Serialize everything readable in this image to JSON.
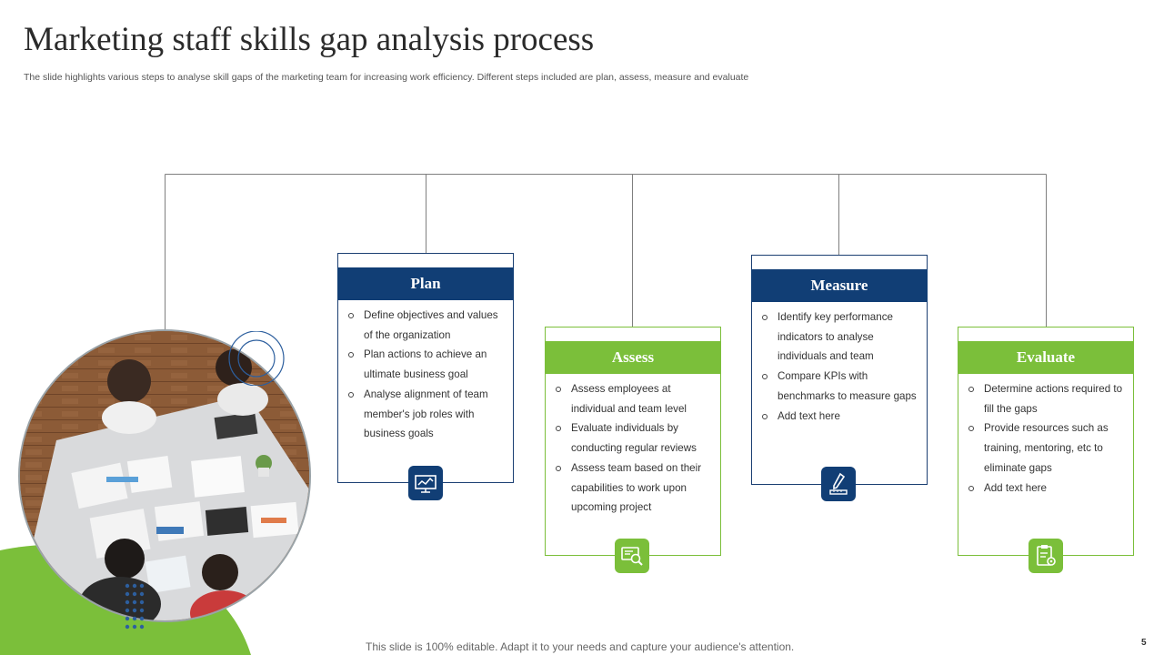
{
  "slide": {
    "title": "Marketing staff skills gap analysis process",
    "subtitle": "The slide highlights various steps to analyse skill gaps of the marketing team for increasing work efficiency. Different steps included are plan, assess, measure and evaluate",
    "footer": "This slide is 100% editable. Adapt it to your needs and capture your audience's attention.",
    "page_number": "5"
  },
  "colors": {
    "navy": "#113e75",
    "green": "#7bbf3a",
    "connector": "#7f7f7f"
  },
  "steps": [
    {
      "id": "plan",
      "title": "Plan",
      "theme": "blue",
      "icon": "presentation-board-icon",
      "bullets": [
        "Define objectives and values of the organization",
        "Plan actions to achieve an ultimate business goal",
        "Analyse alignment of team member's job roles with business goals"
      ]
    },
    {
      "id": "assess",
      "title": "Assess",
      "theme": "green",
      "icon": "assessment-search-icon",
      "bullets": [
        "Assess employees at individual and team level",
        "Evaluate individuals by conducting regular reviews",
        "Assess team based on their capabilities to work upon upcoming project"
      ]
    },
    {
      "id": "measure",
      "title": "Measure",
      "theme": "blue",
      "icon": "pen-ruler-icon",
      "bullets": [
        "Identify key performance indicators to analyse individuals and team",
        "Compare KPIs with benchmarks to measure gaps",
        "Add text here"
      ]
    },
    {
      "id": "evaluate",
      "title": "Evaluate",
      "theme": "green",
      "icon": "clipboard-gear-icon",
      "bullets": [
        "Determine actions required to fill the gaps",
        "Provide resources such as training, mentoring, etc to eliminate gaps",
        "Add text here"
      ]
    }
  ]
}
